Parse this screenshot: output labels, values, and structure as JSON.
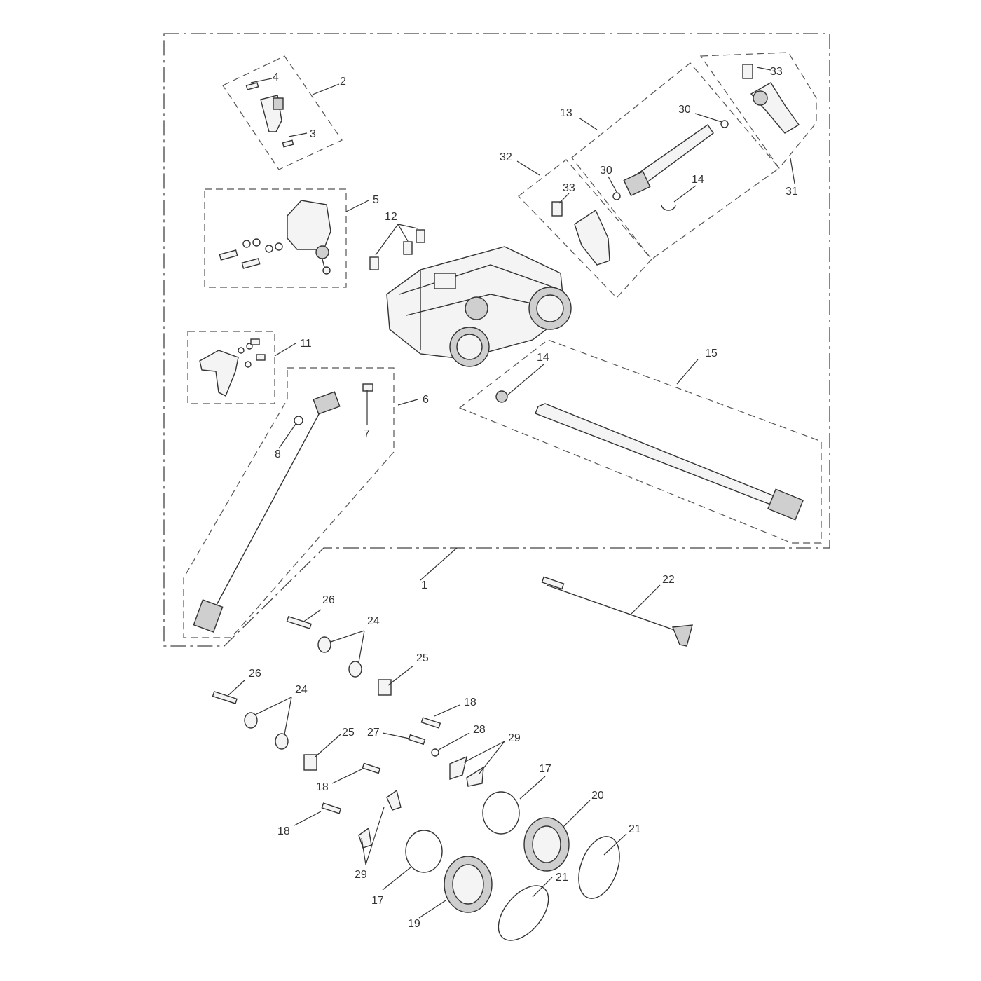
{
  "callouts": [
    "1",
    "2",
    "3",
    "4",
    "5",
    "6",
    "7",
    "8",
    "11",
    "12",
    "13",
    "14",
    "14",
    "15",
    "17",
    "17",
    "18",
    "18",
    "18",
    "19",
    "20",
    "21",
    "21",
    "22",
    "24",
    "24",
    "25",
    "25",
    "26",
    "26",
    "27",
    "28",
    "29",
    "29",
    "30",
    "30",
    "31",
    "32",
    "33",
    "33"
  ],
  "colors": {
    "line": "#333333",
    "part_fill": "#f4f4f4",
    "part_shade": "#cfcfcf",
    "background": "#ffffff"
  }
}
